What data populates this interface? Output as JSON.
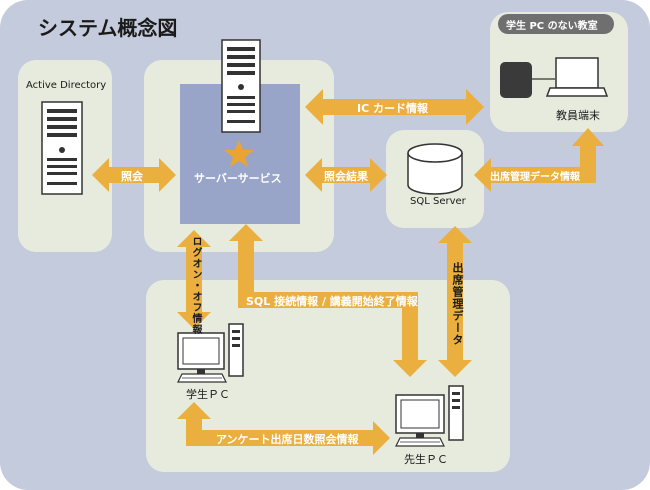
{
  "title": "システム概念図",
  "boxes": {
    "active_directory": "Active Directory",
    "server_service": "サーバーサービス",
    "sql_server": "SQL Server",
    "staff_room": "学生 PC のない教室",
    "staff_terminal": "教員端末",
    "student_pc": "学生ＰＣ",
    "teacher_pc": "先生ＰＣ"
  },
  "arrows": {
    "ic_card": "IC カード情報",
    "shoukai": "照会",
    "shoukai_result": "照会結果",
    "attendance_info": "出席管理データ情報",
    "logon_off": "ログオン・オフ情報",
    "sql_connect": "SQL 接続情報 / 講義開始終了情報",
    "attendance_data": "出席管理データ",
    "survey": "アンケート出席日数照会情報"
  },
  "colors": {
    "background": "#c4cbdc",
    "panel": "#e6ebde",
    "service_box": "#98a5c9",
    "arrow": "#eaaf3f"
  }
}
